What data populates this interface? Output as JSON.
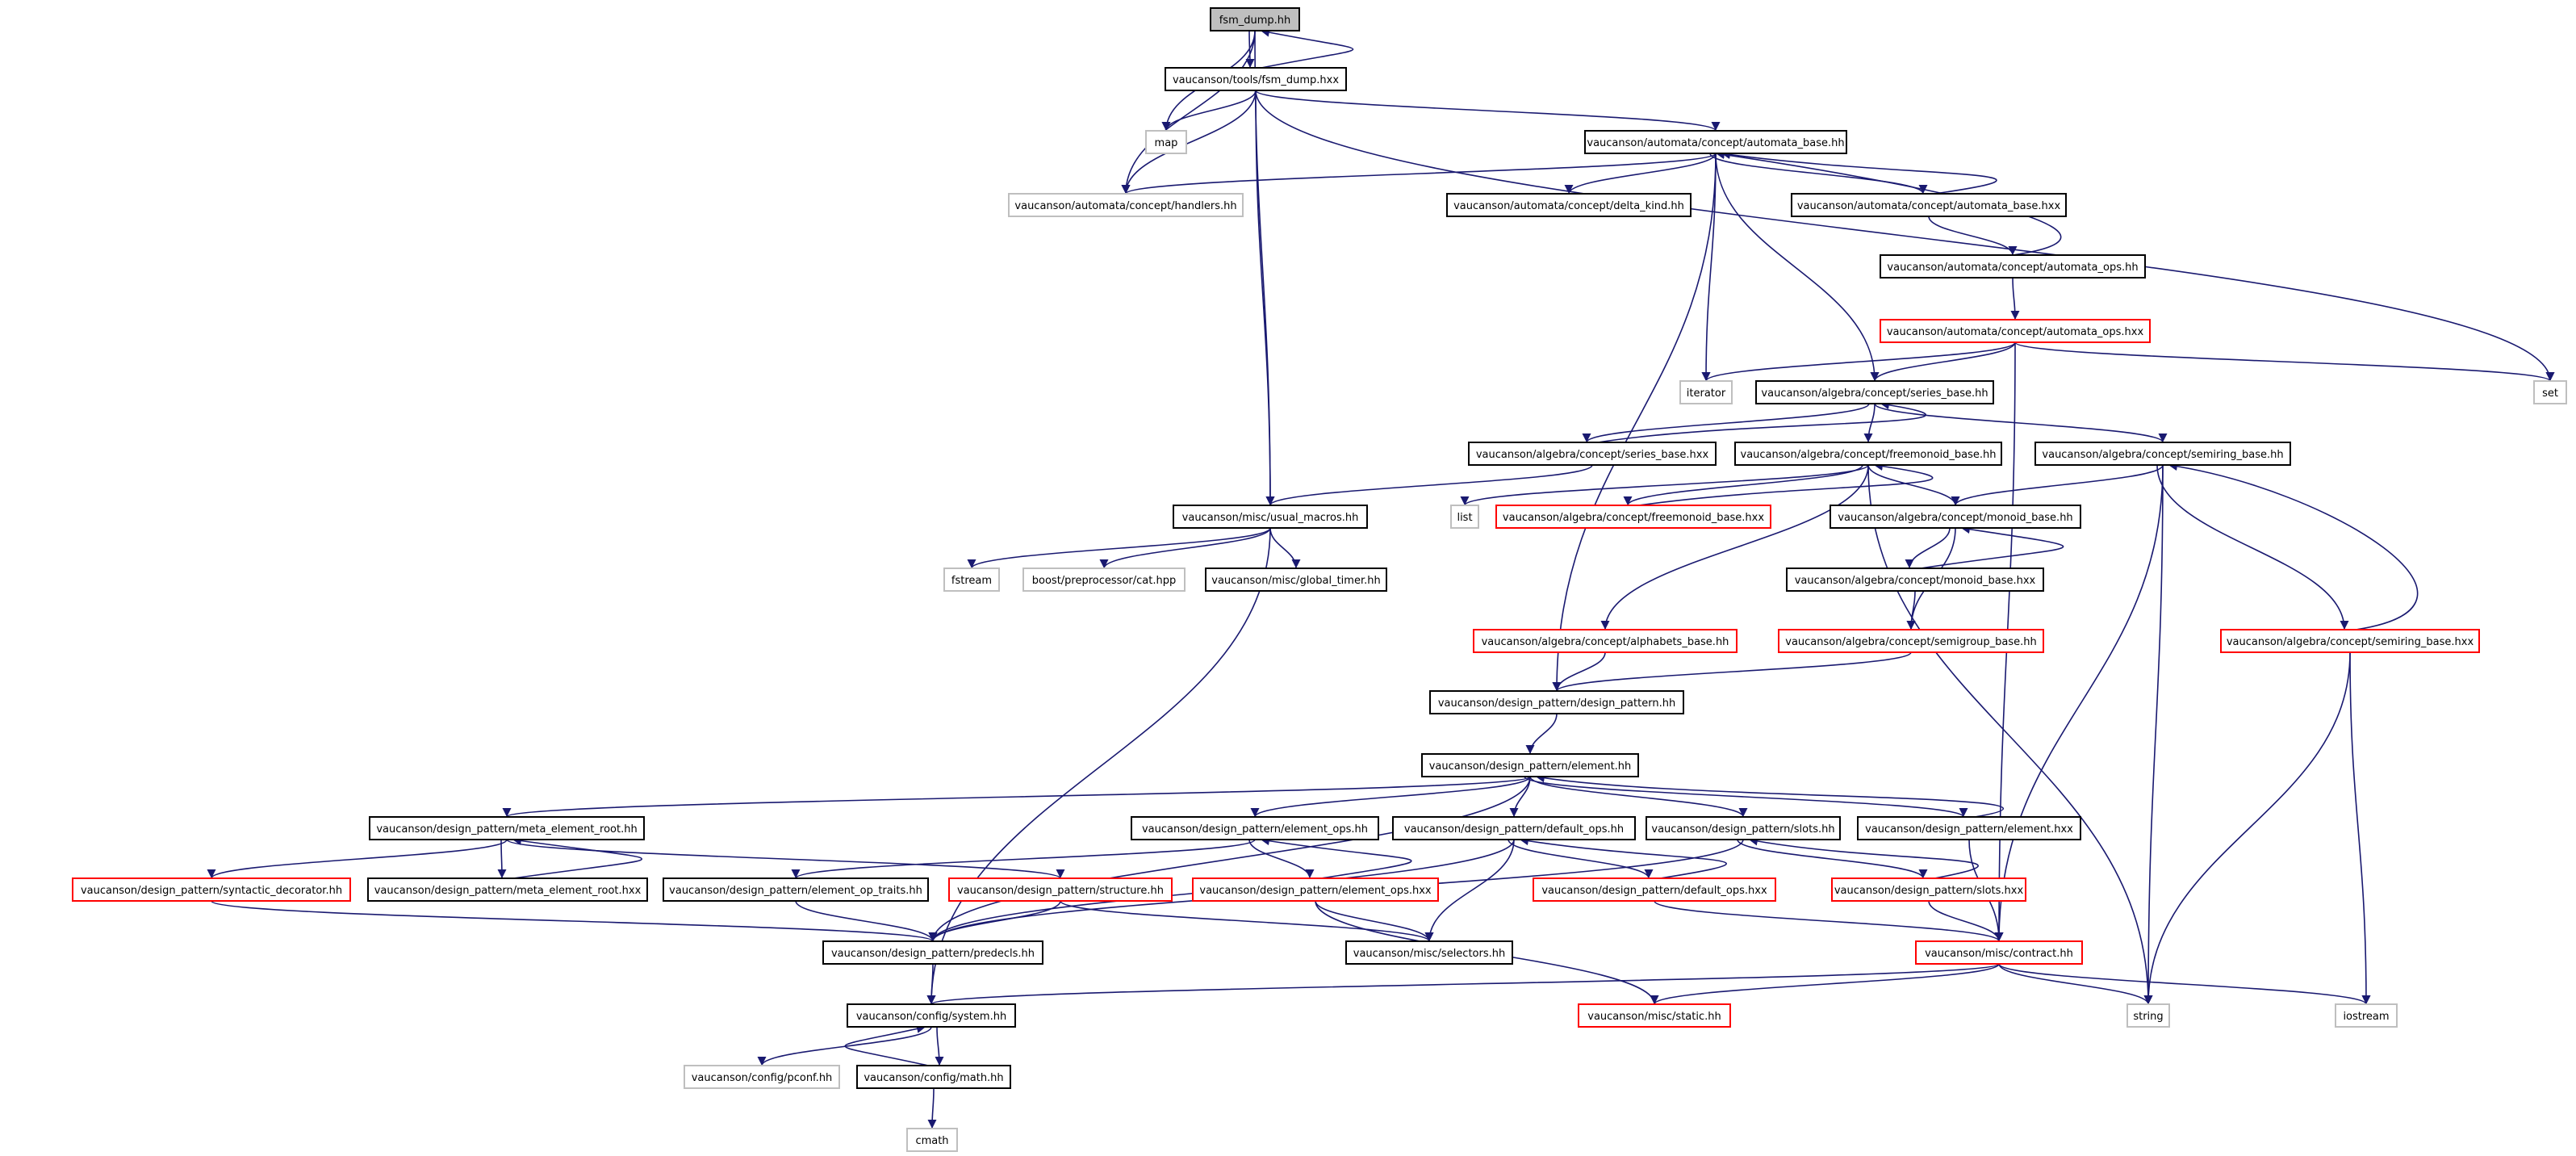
{
  "colors": {
    "edge": "#191970",
    "root_fill": "#bfbfbf",
    "normal_border": "#000000",
    "incomplete_border": "#ff0000",
    "external_border": "#bfbfbf"
  },
  "nodes": [
    {
      "id": "fsm_dump_hh",
      "label": "fsm_dump.hh",
      "kind": "root"
    },
    {
      "id": "fsm_dump_hxx",
      "label": "vaucanson/tools/fsm_dump.hxx",
      "kind": "normal"
    },
    {
      "id": "map",
      "label": "map",
      "kind": "external"
    },
    {
      "id": "handlers_hh",
      "label": "vaucanson/automata/concept/handlers.hh",
      "kind": "external"
    },
    {
      "id": "automata_base_hh",
      "label": "vaucanson/automata/concept/automata_base.hh",
      "kind": "normal"
    },
    {
      "id": "delta_kind_hh",
      "label": "vaucanson/automata/concept/delta_kind.hh",
      "kind": "normal"
    },
    {
      "id": "automata_base_hxx",
      "label": "vaucanson/automata/concept/automata_base.hxx",
      "kind": "normal"
    },
    {
      "id": "automata_ops_hh",
      "label": "vaucanson/automata/concept/automata_ops.hh",
      "kind": "normal"
    },
    {
      "id": "automata_ops_hxx",
      "label": "vaucanson/automata/concept/automata_ops.hxx",
      "kind": "incomplete"
    },
    {
      "id": "iterator",
      "label": "iterator",
      "kind": "external"
    },
    {
      "id": "series_base_hh",
      "label": "vaucanson/algebra/concept/series_base.hh",
      "kind": "normal"
    },
    {
      "id": "set",
      "label": "set",
      "kind": "external"
    },
    {
      "id": "series_base_hxx",
      "label": "vaucanson/algebra/concept/series_base.hxx",
      "kind": "normal"
    },
    {
      "id": "freemonoid_base_hh",
      "label": "vaucanson/algebra/concept/freemonoid_base.hh",
      "kind": "normal"
    },
    {
      "id": "semiring_base_hh",
      "label": "vaucanson/algebra/concept/semiring_base.hh",
      "kind": "normal"
    },
    {
      "id": "usual_macros_hh",
      "label": "vaucanson/misc/usual_macros.hh",
      "kind": "normal"
    },
    {
      "id": "list",
      "label": "list",
      "kind": "external"
    },
    {
      "id": "freemonoid_base_hxx",
      "label": "vaucanson/algebra/concept/freemonoid_base.hxx",
      "kind": "incomplete"
    },
    {
      "id": "monoid_base_hh",
      "label": "vaucanson/algebra/concept/monoid_base.hh",
      "kind": "normal"
    },
    {
      "id": "fstream",
      "label": "fstream",
      "kind": "external"
    },
    {
      "id": "cat_hpp",
      "label": "boost/preprocessor/cat.hpp",
      "kind": "external"
    },
    {
      "id": "global_timer_hh",
      "label": "vaucanson/misc/global_timer.hh",
      "kind": "normal"
    },
    {
      "id": "monoid_base_hxx",
      "label": "vaucanson/algebra/concept/monoid_base.hxx",
      "kind": "normal"
    },
    {
      "id": "alphabets_base_hh",
      "label": "vaucanson/algebra/concept/alphabets_base.hh",
      "kind": "incomplete"
    },
    {
      "id": "semigroup_base_hh",
      "label": "vaucanson/algebra/concept/semigroup_base.hh",
      "kind": "incomplete"
    },
    {
      "id": "semiring_base_hxx",
      "label": "vaucanson/algebra/concept/semiring_base.hxx",
      "kind": "incomplete"
    },
    {
      "id": "design_pattern_hh",
      "label": "vaucanson/design_pattern/design_pattern.hh",
      "kind": "normal"
    },
    {
      "id": "element_hh",
      "label": "vaucanson/design_pattern/element.hh",
      "kind": "normal"
    },
    {
      "id": "meta_element_root_hh",
      "label": "vaucanson/design_pattern/meta_element_root.hh",
      "kind": "normal"
    },
    {
      "id": "element_ops_hh",
      "label": "vaucanson/design_pattern/element_ops.hh",
      "kind": "normal"
    },
    {
      "id": "default_ops_hh",
      "label": "vaucanson/design_pattern/default_ops.hh",
      "kind": "normal"
    },
    {
      "id": "slots_hh",
      "label": "vaucanson/design_pattern/slots.hh",
      "kind": "normal"
    },
    {
      "id": "element_hxx",
      "label": "vaucanson/design_pattern/element.hxx",
      "kind": "normal"
    },
    {
      "id": "syntactic_decorator_hh",
      "label": "vaucanson/design_pattern/syntactic_decorator.hh",
      "kind": "incomplete"
    },
    {
      "id": "meta_element_root_hxx",
      "label": "vaucanson/design_pattern/meta_element_root.hxx",
      "kind": "normal"
    },
    {
      "id": "element_op_traits_hh",
      "label": "vaucanson/design_pattern/element_op_traits.hh",
      "kind": "normal"
    },
    {
      "id": "structure_hh",
      "label": "vaucanson/design_pattern/structure.hh",
      "kind": "incomplete"
    },
    {
      "id": "element_ops_hxx",
      "label": "vaucanson/design_pattern/element_ops.hxx",
      "kind": "incomplete"
    },
    {
      "id": "default_ops_hxx",
      "label": "vaucanson/design_pattern/default_ops.hxx",
      "kind": "incomplete"
    },
    {
      "id": "slots_hxx",
      "label": "vaucanson/design_pattern/slots.hxx",
      "kind": "incomplete"
    },
    {
      "id": "predecls_hh",
      "label": "vaucanson/design_pattern/predecls.hh",
      "kind": "normal"
    },
    {
      "id": "selectors_hh",
      "label": "vaucanson/misc/selectors.hh",
      "kind": "normal"
    },
    {
      "id": "contract_hh",
      "label": "vaucanson/misc/contract.hh",
      "kind": "incomplete"
    },
    {
      "id": "system_hh",
      "label": "vaucanson/config/system.hh",
      "kind": "normal"
    },
    {
      "id": "static_hh",
      "label": "vaucanson/misc/static.hh",
      "kind": "incomplete"
    },
    {
      "id": "string",
      "label": "string",
      "kind": "external"
    },
    {
      "id": "iostream",
      "label": "iostream",
      "kind": "external"
    },
    {
      "id": "pconf_hh",
      "label": "vaucanson/config/pconf.hh",
      "kind": "external"
    },
    {
      "id": "math_hh",
      "label": "vaucanson/config/math.hh",
      "kind": "normal"
    },
    {
      "id": "cmath",
      "label": "cmath",
      "kind": "external"
    }
  ],
  "edges": [
    [
      "fsm_dump_hh",
      "fsm_dump_hxx"
    ],
    [
      "fsm_dump_hh",
      "map"
    ],
    [
      "fsm_dump_hh",
      "handlers_hh"
    ],
    [
      "fsm_dump_hh",
      "usual_macros_hh"
    ],
    [
      "fsm_dump_hxx",
      "fsm_dump_hh"
    ],
    [
      "fsm_dump_hxx",
      "map"
    ],
    [
      "fsm_dump_hxx",
      "handlers_hh"
    ],
    [
      "fsm_dump_hxx",
      "automata_base_hh"
    ],
    [
      "fsm_dump_hxx",
      "usual_macros_hh"
    ],
    [
      "fsm_dump_hxx",
      "set"
    ],
    [
      "automata_base_hh",
      "handlers_hh"
    ],
    [
      "automata_base_hh",
      "delta_kind_hh"
    ],
    [
      "automata_base_hh",
      "automata_base_hxx"
    ],
    [
      "automata_base_hh",
      "iterator"
    ],
    [
      "automata_base_hh",
      "series_base_hh"
    ],
    [
      "automata_base_hh",
      "design_pattern_hh"
    ],
    [
      "automata_base_hxx",
      "automata_base_hh"
    ],
    [
      "automata_base_hxx",
      "automata_ops_hh"
    ],
    [
      "automata_ops_hh",
      "automata_base_hh"
    ],
    [
      "automata_ops_hh",
      "automata_ops_hxx"
    ],
    [
      "automata_ops_hxx",
      "iterator"
    ],
    [
      "automata_ops_hxx",
      "series_base_hh"
    ],
    [
      "automata_ops_hxx",
      "set"
    ],
    [
      "automata_ops_hxx",
      "contract_hh"
    ],
    [
      "series_base_hh",
      "series_base_hxx"
    ],
    [
      "series_base_hh",
      "freemonoid_base_hh"
    ],
    [
      "series_base_hh",
      "semiring_base_hh"
    ],
    [
      "series_base_hxx",
      "series_base_hh"
    ],
    [
      "series_base_hxx",
      "usual_macros_hh"
    ],
    [
      "freemonoid_base_hh",
      "list"
    ],
    [
      "freemonoid_base_hh",
      "freemonoid_base_hxx"
    ],
    [
      "freemonoid_base_hh",
      "monoid_base_hh"
    ],
    [
      "freemonoid_base_hh",
      "alphabets_base_hh"
    ],
    [
      "freemonoid_base_hh",
      "string"
    ],
    [
      "freemonoid_base_hxx",
      "freemonoid_base_hh"
    ],
    [
      "semiring_base_hh",
      "monoid_base_hh"
    ],
    [
      "semiring_base_hh",
      "semiring_base_hxx"
    ],
    [
      "semiring_base_hh",
      "contract_hh"
    ],
    [
      "semiring_base_hh",
      "string"
    ],
    [
      "semiring_base_hxx",
      "semiring_base_hh"
    ],
    [
      "semiring_base_hxx",
      "string"
    ],
    [
      "semiring_base_hxx",
      "iostream"
    ],
    [
      "monoid_base_hh",
      "monoid_base_hxx"
    ],
    [
      "monoid_base_hh",
      "semigroup_base_hh"
    ],
    [
      "monoid_base_hxx",
      "monoid_base_hh"
    ],
    [
      "monoid_base_hxx",
      "semigroup_base_hh"
    ],
    [
      "alphabets_base_hh",
      "design_pattern_hh"
    ],
    [
      "semigroup_base_hh",
      "design_pattern_hh"
    ],
    [
      "usual_macros_hh",
      "fstream"
    ],
    [
      "usual_macros_hh",
      "cat_hpp"
    ],
    [
      "usual_macros_hh",
      "global_timer_hh"
    ],
    [
      "usual_macros_hh",
      "system_hh"
    ],
    [
      "design_pattern_hh",
      "element_hh"
    ],
    [
      "element_hh",
      "meta_element_root_hh"
    ],
    [
      "element_hh",
      "element_ops_hh"
    ],
    [
      "element_hh",
      "default_ops_hh"
    ],
    [
      "element_hh",
      "slots_hh"
    ],
    [
      "element_hh",
      "element_hxx"
    ],
    [
      "element_hh",
      "predecls_hh"
    ],
    [
      "element_hxx",
      "element_hh"
    ],
    [
      "element_hxx",
      "contract_hh"
    ],
    [
      "meta_element_root_hh",
      "syntactic_decorator_hh"
    ],
    [
      "meta_element_root_hh",
      "meta_element_root_hxx"
    ],
    [
      "meta_element_root_hh",
      "structure_hh"
    ],
    [
      "meta_element_root_hxx",
      "meta_element_root_hh"
    ],
    [
      "element_ops_hh",
      "element_op_traits_hh"
    ],
    [
      "element_ops_hh",
      "element_ops_hxx"
    ],
    [
      "element_ops_hxx",
      "element_ops_hh"
    ],
    [
      "element_ops_hxx",
      "selectors_hh"
    ],
    [
      "element_ops_hxx",
      "static_hh"
    ],
    [
      "default_ops_hh",
      "default_ops_hxx"
    ],
    [
      "default_ops_hh",
      "predecls_hh"
    ],
    [
      "default_ops_hh",
      "selectors_hh"
    ],
    [
      "default_ops_hxx",
      "default_ops_hh"
    ],
    [
      "default_ops_hxx",
      "contract_hh"
    ],
    [
      "slots_hh",
      "slots_hxx"
    ],
    [
      "slots_hh",
      "predecls_hh"
    ],
    [
      "slots_hxx",
      "slots_hh"
    ],
    [
      "slots_hxx",
      "contract_hh"
    ],
    [
      "syntactic_decorator_hh",
      "predecls_hh"
    ],
    [
      "element_op_traits_hh",
      "predecls_hh"
    ],
    [
      "structure_hh",
      "predecls_hh"
    ],
    [
      "structure_hh",
      "selectors_hh"
    ],
    [
      "predecls_hh",
      "system_hh"
    ],
    [
      "contract_hh",
      "system_hh"
    ],
    [
      "contract_hh",
      "static_hh"
    ],
    [
      "contract_hh",
      "string"
    ],
    [
      "contract_hh",
      "iostream"
    ],
    [
      "system_hh",
      "pconf_hh"
    ],
    [
      "system_hh",
      "math_hh"
    ],
    [
      "math_hh",
      "system_hh"
    ],
    [
      "math_hh",
      "cmath"
    ]
  ]
}
